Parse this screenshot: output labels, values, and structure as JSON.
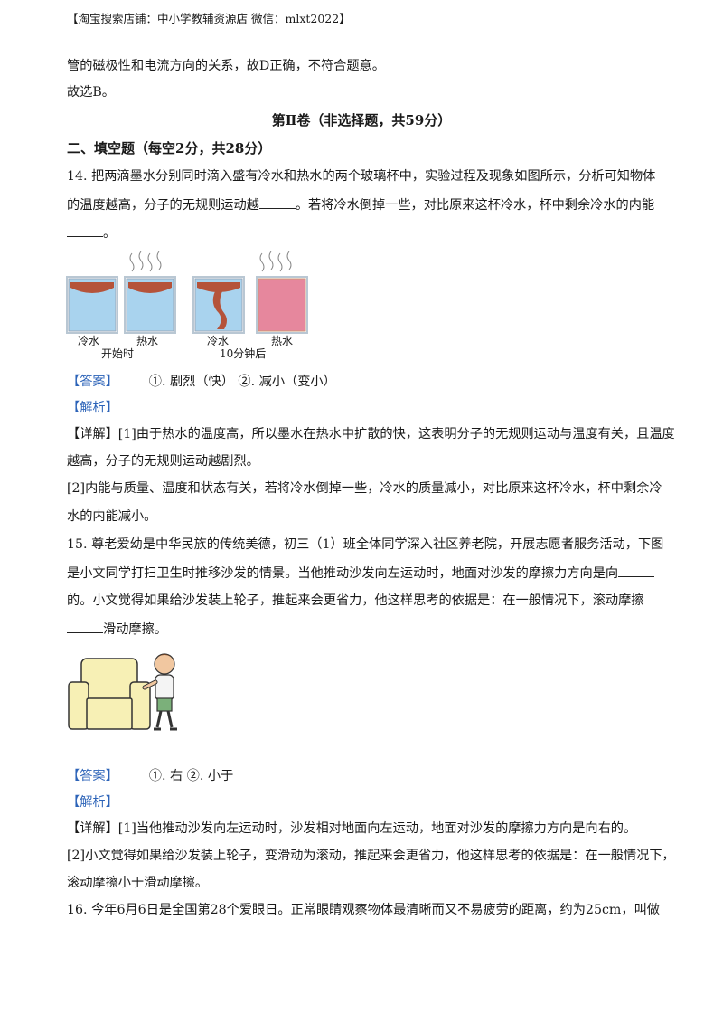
{
  "header": "【淘宝搜索店铺：中小学教辅资源店 微信：mlxt2022】",
  "carry": {
    "line1": "管的磁极性和电流方向的关系，故D正确，不符合题意。",
    "line2": "故选B。"
  },
  "section_title": "第Ⅱ卷（非选择题，共59分）",
  "part_title": "二、填空题（每空2分，共28分）",
  "q14": {
    "line1": "14. 把两滴墨水分别同时滴入盛有冷水和热水的两个玻璃杯中，实验过程及现象如图所示，分析可知物体",
    "line2a": "的温度越高，分子的无规则运动越",
    "line2b": "。若将冷水倒掉一些，对比原来这杯冷水，杯中剩余冷水的内能",
    "line3": "。",
    "fig": {
      "cold": "冷水",
      "hot": "热水",
      "start": "开始时",
      "cold2": "冷水",
      "hot2": "热水",
      "after": "10分钟后"
    },
    "answer_tag": "【答案】",
    "answer": "①. 剧烈（快）    ②. 减小（变小）",
    "analysis_tag": "【解析】",
    "detail1": "【详解】[1]由于热水的温度高，所以墨水在热水中扩散的快，这表明分子的无规则运动与温度有关，且温度",
    "detail2": "越高，分子的无规则运动越剧烈。",
    "detail3": "[2]内能与质量、温度和状态有关，若将冷水倒掉一些，冷水的质量减小，对比原来这杯冷水，杯中剩余冷",
    "detail4": "水的内能减小。"
  },
  "q15": {
    "line1": "15. 尊老爱幼是中华民族的传统美德，初三（1）班全体同学深入社区养老院，开展志愿者服务活动，下图",
    "line2": "是小文同学打扫卫生时推移沙发的情景。当他推动沙发向左运动时，地面对沙发的摩擦力方向是向",
    "line3": "的。小文觉得如果给沙发装上轮子，推起来会更省力，他这样思考的依据是：在一般情况下，滚动摩擦",
    "line4": "滑动摩擦。",
    "answer_tag": "【答案】",
    "answer": "①. 右    ②. 小于",
    "analysis_tag": "【解析】",
    "detail1": "【详解】[1]当他推动沙发向左运动时，沙发相对地面向左运动，地面对沙发的摩擦力方向是向右的。",
    "detail2": "[2]小文觉得如果给沙发装上轮子，变滑动为滚动，推起来会更省力，他这样思考的依据是：在一般情况下，",
    "detail3": "滚动摩擦小于滑动摩擦。"
  },
  "q16": {
    "line1": "16. 今年6月6日是全国第28个爱眼日。正常眼睛观察物体最清晰而又不易疲劳的距离，约为25cm，叫做"
  },
  "colors": {
    "answer_blue": "#2c63b8",
    "water": "#a9d3ee",
    "ink": "#b5533a",
    "hot_pink": "#e6879d",
    "sofa": "#f7f0b5"
  }
}
